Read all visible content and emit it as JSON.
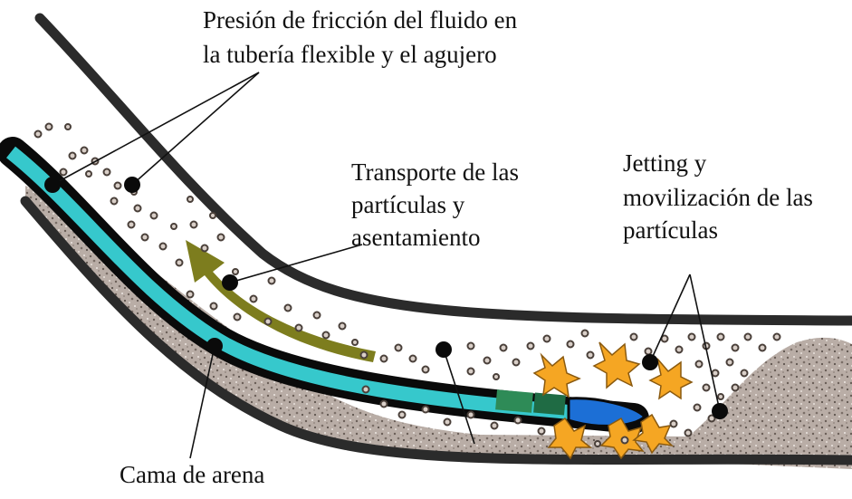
{
  "labels": {
    "friction_line1": "Presión de fricción del fluido en",
    "friction_line2": "la tubería flexible y el agujero",
    "transport_line1": "Transporte de las",
    "transport_line2": "partículas y",
    "transport_line3": "asentamiento",
    "jetting_line1": "Jetting y",
    "jetting_line2": "movilización de las",
    "jetting_line3": "partículas",
    "sand_bed": "Cama de arena"
  },
  "colors": {
    "hole_wall": "#2b2b2b",
    "coiled_tubing": "#36c8cc",
    "tubing_shell": "#0a0a0a",
    "sand": "#b7aba4",
    "particle_fill": "#d9cfc8",
    "flow_arrow": "#7d7d1e",
    "jet": "#f5a623",
    "nozzle": "#1c6fd6",
    "tool_green": "#2e8b57"
  },
  "icons": {
    "flow_arrow": "arrow-icon",
    "jet_splash": "splash-icon"
  }
}
